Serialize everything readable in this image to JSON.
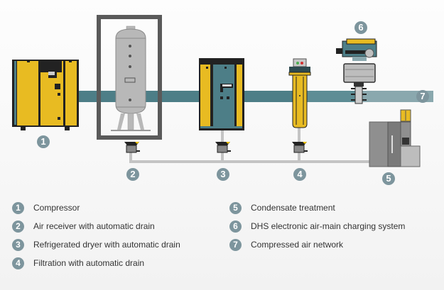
{
  "colors": {
    "pipe_main": "#4d7e87",
    "pipe_light": "#8aa8ae",
    "drain_line": "#c4c4c4",
    "badge": "#7d959d",
    "yellow": "#e8bb22",
    "dark": "#222222",
    "grey": "#b8b8b8"
  },
  "diagram": {
    "badges": [
      "1",
      "2",
      "3",
      "4",
      "5",
      "6",
      "7"
    ],
    "components": [
      {
        "id": 1,
        "icon": "compressor-icon"
      },
      {
        "id": 2,
        "icon": "air-receiver-icon"
      },
      {
        "id": 3,
        "icon": "refrigerated-dryer-icon"
      },
      {
        "id": 4,
        "icon": "filter-icon"
      },
      {
        "id": 5,
        "icon": "condensate-treatment-icon"
      },
      {
        "id": 6,
        "icon": "air-main-charging-valve-icon"
      },
      {
        "id": 7,
        "icon": "air-network-pipe-icon"
      }
    ]
  },
  "legend": [
    {
      "number": "1",
      "label": "Compressor"
    },
    {
      "number": "2",
      "label": "Air receiver with automatic drain"
    },
    {
      "number": "3",
      "label": "Refrigerated dryer with automatic drain"
    },
    {
      "number": "4",
      "label": "Filtration with automatic drain"
    },
    {
      "number": "5",
      "label": "Condensate treatment"
    },
    {
      "number": "6",
      "label": "DHS electronic air-main charging system"
    },
    {
      "number": "7",
      "label": "Compressed air network"
    }
  ]
}
